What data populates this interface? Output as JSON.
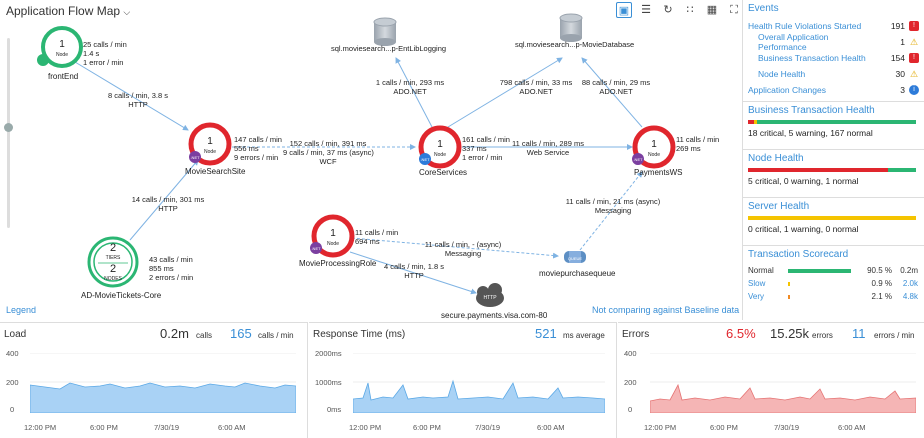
{
  "map": {
    "title": "Application Flow Map",
    "legend": "Legend",
    "baseline": "Not comparing against Baseline data",
    "nodes": {
      "frontend": {
        "count": "1",
        "type": "Node",
        "name": "frontEnd",
        "stats": [
          "25 calls / min",
          "1.4 s",
          "1 error / min"
        ]
      },
      "moviesearch": {
        "count": "1",
        "type": "Node",
        "name": "MovieSearchSite",
        "badge": ".NET",
        "stats": [
          "147 calls / min",
          "556 ms",
          "9 errors / min"
        ]
      },
      "core": {
        "count": "1",
        "type": "Node",
        "name": "CoreServices",
        "badge": ".NET",
        "stats": [
          "161 calls / min",
          "337 ms",
          "1 error / min"
        ]
      },
      "payments": {
        "count": "1",
        "type": "Node",
        "name": "PaymentsWS",
        "badge": ".NET",
        "stats": [
          "11 calls / min",
          "269 ms"
        ]
      },
      "processing": {
        "count": "1",
        "type": "Node",
        "name": "MovieProcessingRole",
        "badge": ".NET",
        "stats": [
          "11 calls / min",
          "694 ms"
        ]
      },
      "tier": {
        "tiers": "2",
        "tiers_label": "TIERS",
        "nodes": "2",
        "nodes_label": "NODES",
        "name": "AD-MovieTickets-Core",
        "stats": [
          "43 calls / min",
          "855 ms",
          "2 errors / min"
        ]
      }
    },
    "dbs": {
      "left": "sql.moviesearch...p-EntLibLogging",
      "right": "sql.moviesearch...p-MovieDatabase"
    },
    "queue": {
      "name": "moviepurchasequeue",
      "badge": "QUEUE"
    },
    "http": {
      "name": "secure.payments.visa.com-80",
      "badge": "HTTP"
    },
    "edges": {
      "fe_ms": [
        "8 calls / min, 3.8 s",
        "HTTP"
      ],
      "tier_ms": [
        "14 calls / min, 301 ms",
        "HTTP"
      ],
      "ms_core": [
        "152 calls / min, 391 ms",
        "9 calls / min, 37 ms (async)",
        "WCF"
      ],
      "core_db": [
        "1 calls / min, 293 ms",
        "ADO.NET"
      ],
      "core_db2": [
        "798 calls / min, 33 ms",
        "ADO.NET"
      ],
      "core_pay": [
        "11 calls / min, 289 ms",
        "Web Service"
      ],
      "pay_db2": [
        "88 calls / min, 29 ms",
        "ADO.NET"
      ],
      "queue_pay": [
        "11 calls / min, 21 ms (async)",
        "Messaging"
      ],
      "proc_queue": [
        "11 calls / min, - (async)",
        "Messaging"
      ],
      "proc_http": [
        "4 calls / min, 1.8 s",
        "HTTP"
      ]
    }
  },
  "events": {
    "title": "Events",
    "rows": [
      {
        "label": "Health Rule Violations Started",
        "count": "191",
        "icon": "red"
      },
      {
        "label": "Overall Application Performance",
        "count": "1",
        "icon": "yel"
      },
      {
        "label": "Business Transaction Health",
        "count": "154",
        "icon": "red"
      },
      {
        "label": "Node Health",
        "count": "30",
        "icon": "yel"
      },
      {
        "label": "Application Changes",
        "count": "3",
        "icon": "blu"
      }
    ]
  },
  "bt_health": {
    "title": "Business Transaction Health",
    "summary": "18 critical, 5 warning, 167 normal",
    "critical": 18,
    "warning": 5,
    "normal": 167
  },
  "node_health": {
    "title": "Node Health",
    "summary": "5 critical, 0 warning, 1 normal",
    "critical": 5,
    "warning": 0,
    "normal": 1
  },
  "server_health": {
    "title": "Server Health",
    "summary": "0 critical, 1 warning, 0 normal",
    "critical": 0,
    "warning": 1,
    "normal": 0
  },
  "scorecard": {
    "title": "Transaction Scorecard",
    "rows": [
      {
        "label": "Normal",
        "pct": "90.5 %",
        "value": "0.2m",
        "fraction": 0.905,
        "color": "#2bb673"
      },
      {
        "label": "Slow",
        "pct": "0.9 %",
        "value": "2.0k",
        "fraction": 0.009,
        "color": "#f5c400"
      },
      {
        "label": "Very",
        "pct": "2.1 %",
        "value": "4.8k",
        "fraction": 0.021,
        "color": "#f08a24"
      }
    ]
  },
  "load": {
    "title": "Load",
    "value": "0.2m",
    "unit": "calls",
    "rate": "165",
    "rate_unit": "calls / min",
    "yticks": [
      "400",
      "200",
      "0"
    ],
    "xticks": [
      "12:00 PM",
      "6:00 PM",
      "7/30/19",
      "6:00 AM"
    ]
  },
  "response": {
    "title": "Response Time (ms)",
    "value": "521",
    "unit": "ms average",
    "yticks": [
      "2000ms",
      "1000ms",
      "0ms"
    ],
    "xticks": [
      "12:00 PM",
      "6:00 PM",
      "7/30/19",
      "6:00 AM"
    ]
  },
  "errors": {
    "title": "Errors",
    "pct": "6.5%",
    "value": "15.25k",
    "unit": "errors",
    "rate": "11",
    "rate_unit": "errors / min",
    "yticks": [
      "400",
      "200",
      "0"
    ],
    "xticks": [
      "12:00 PM",
      "6:00 PM",
      "7/30/19",
      "6:00 AM"
    ]
  },
  "colors": {
    "accent": "#3a8fd6",
    "critical": "#e0262d",
    "warning": "#f5c400",
    "normal": "#2bb673"
  }
}
